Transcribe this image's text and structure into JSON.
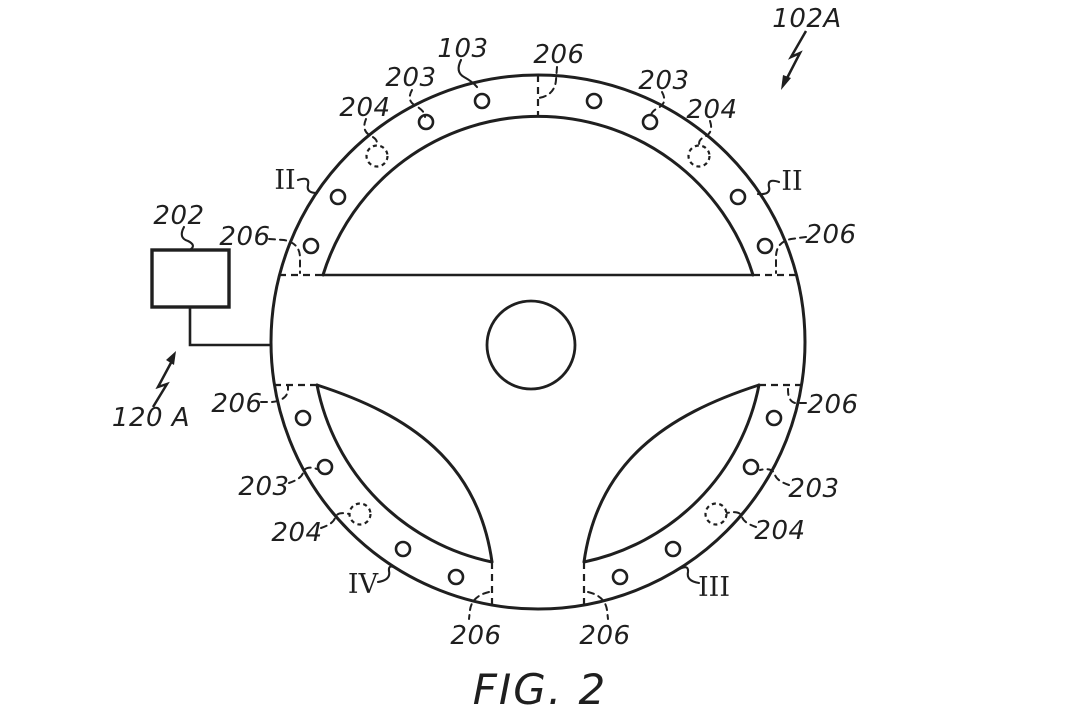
{
  "figure": {
    "caption": "FIG. 2"
  },
  "refs": {
    "assembly": "102A",
    "system": "120 A",
    "rim": "103",
    "controller": "202",
    "sensor": "203",
    "sensor_optional": "204",
    "zone_boundary": "206",
    "section_ii": "II",
    "section_iii": "III",
    "section_iv": "IV"
  },
  "colors": {
    "line": "#1f1f1f",
    "background": "#ffffff"
  }
}
